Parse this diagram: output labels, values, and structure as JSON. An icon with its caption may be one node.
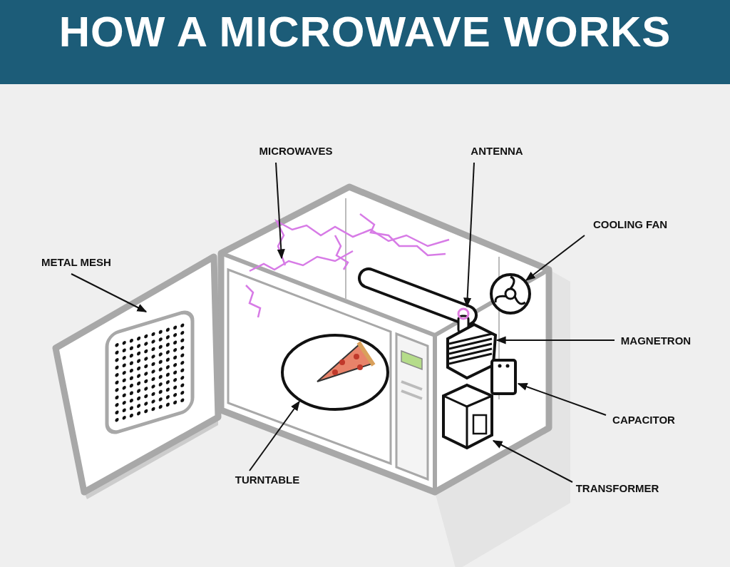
{
  "diagram": {
    "title": "HOW A MICROWAVE WORKS",
    "nodes": [
      {
        "text": [
          "MICROWAVES"
        ]
      },
      {
        "text": [
          "ANTENNA"
        ]
      },
      {
        "text": [
          "COOLING FAN"
        ]
      },
      {
        "text": [
          "METAL MESH"
        ]
      },
      {
        "text": [
          "MAGNETRON"
        ]
      },
      {
        "text": [
          "CAPACITOR"
        ]
      },
      {
        "text": [
          "TURNTABLE"
        ]
      },
      {
        "text": [
          "TRANSFORMER"
        ]
      },
      {
        "text": [],
        "shape": "picture"
      },
      {
        "text": [],
        "shape": "picture"
      },
      {
        "text": [],
        "shape": "picture"
      },
      {
        "text": [],
        "shape": "picture"
      },
      {
        "text": [],
        "shape": "picture"
      },
      {
        "text": [],
        "shape": "picture"
      },
      {
        "text": [],
        "shape": "picture"
      },
      {
        "text": [],
        "shape": "picture"
      }
    ],
    "edges": [
      {
        "from": 0,
        "to": 8,
        "arrow": "to"
      },
      {
        "from": 1,
        "to": 9,
        "arrow": "to"
      },
      {
        "from": 2,
        "to": 10,
        "arrow": "to"
      },
      {
        "from": 3,
        "to": 11,
        "arrow": "to"
      },
      {
        "from": 4,
        "to": 12,
        "arrow": "to"
      },
      {
        "from": 5,
        "to": 13,
        "arrow": "to"
      },
      {
        "from": 6,
        "to": 14,
        "arrow": "to"
      },
      {
        "from": 7,
        "to": 15,
        "arrow": "to"
      }
    ]
  }
}
